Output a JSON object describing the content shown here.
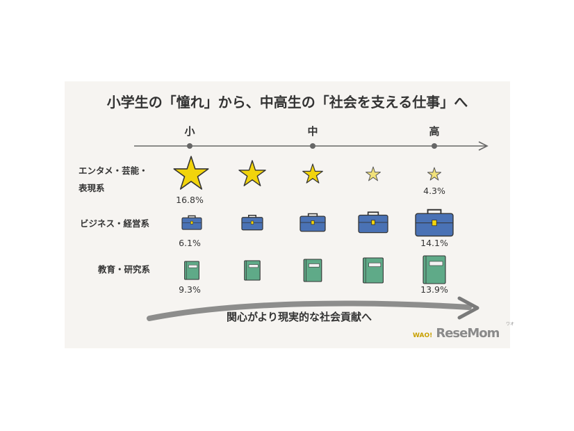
{
  "title": "小学生の「憧れ」から、中高生の「社会を支える仕事」へ",
  "stages": [
    "小",
    "中",
    "高"
  ],
  "rows": [
    {
      "label_line1": "エンタメ・芸能・",
      "label_line2": "表現系",
      "icon": "star-icon",
      "color": "#f2d40c",
      "first_value": "16.8%",
      "last_value": "4.3%"
    },
    {
      "label_line1": "ビジネス・経営系",
      "icon": "briefcase-icon",
      "color": "#4a72b5",
      "first_value": "6.1%",
      "last_value": "14.1%"
    },
    {
      "label_line1": "教育・研究系",
      "icon": "book-icon",
      "color": "#5faa88",
      "first_value": "9.3%",
      "last_value": "13.9%"
    }
  ],
  "caption": "関心がより現実的な社会貢献へ",
  "logo": {
    "wao": "WAO!",
    "sub": "ワオ",
    "brand": "ReseMom"
  },
  "colors": {
    "background": "#f6f4f1",
    "text": "#333333",
    "arrow": "#777777"
  }
}
